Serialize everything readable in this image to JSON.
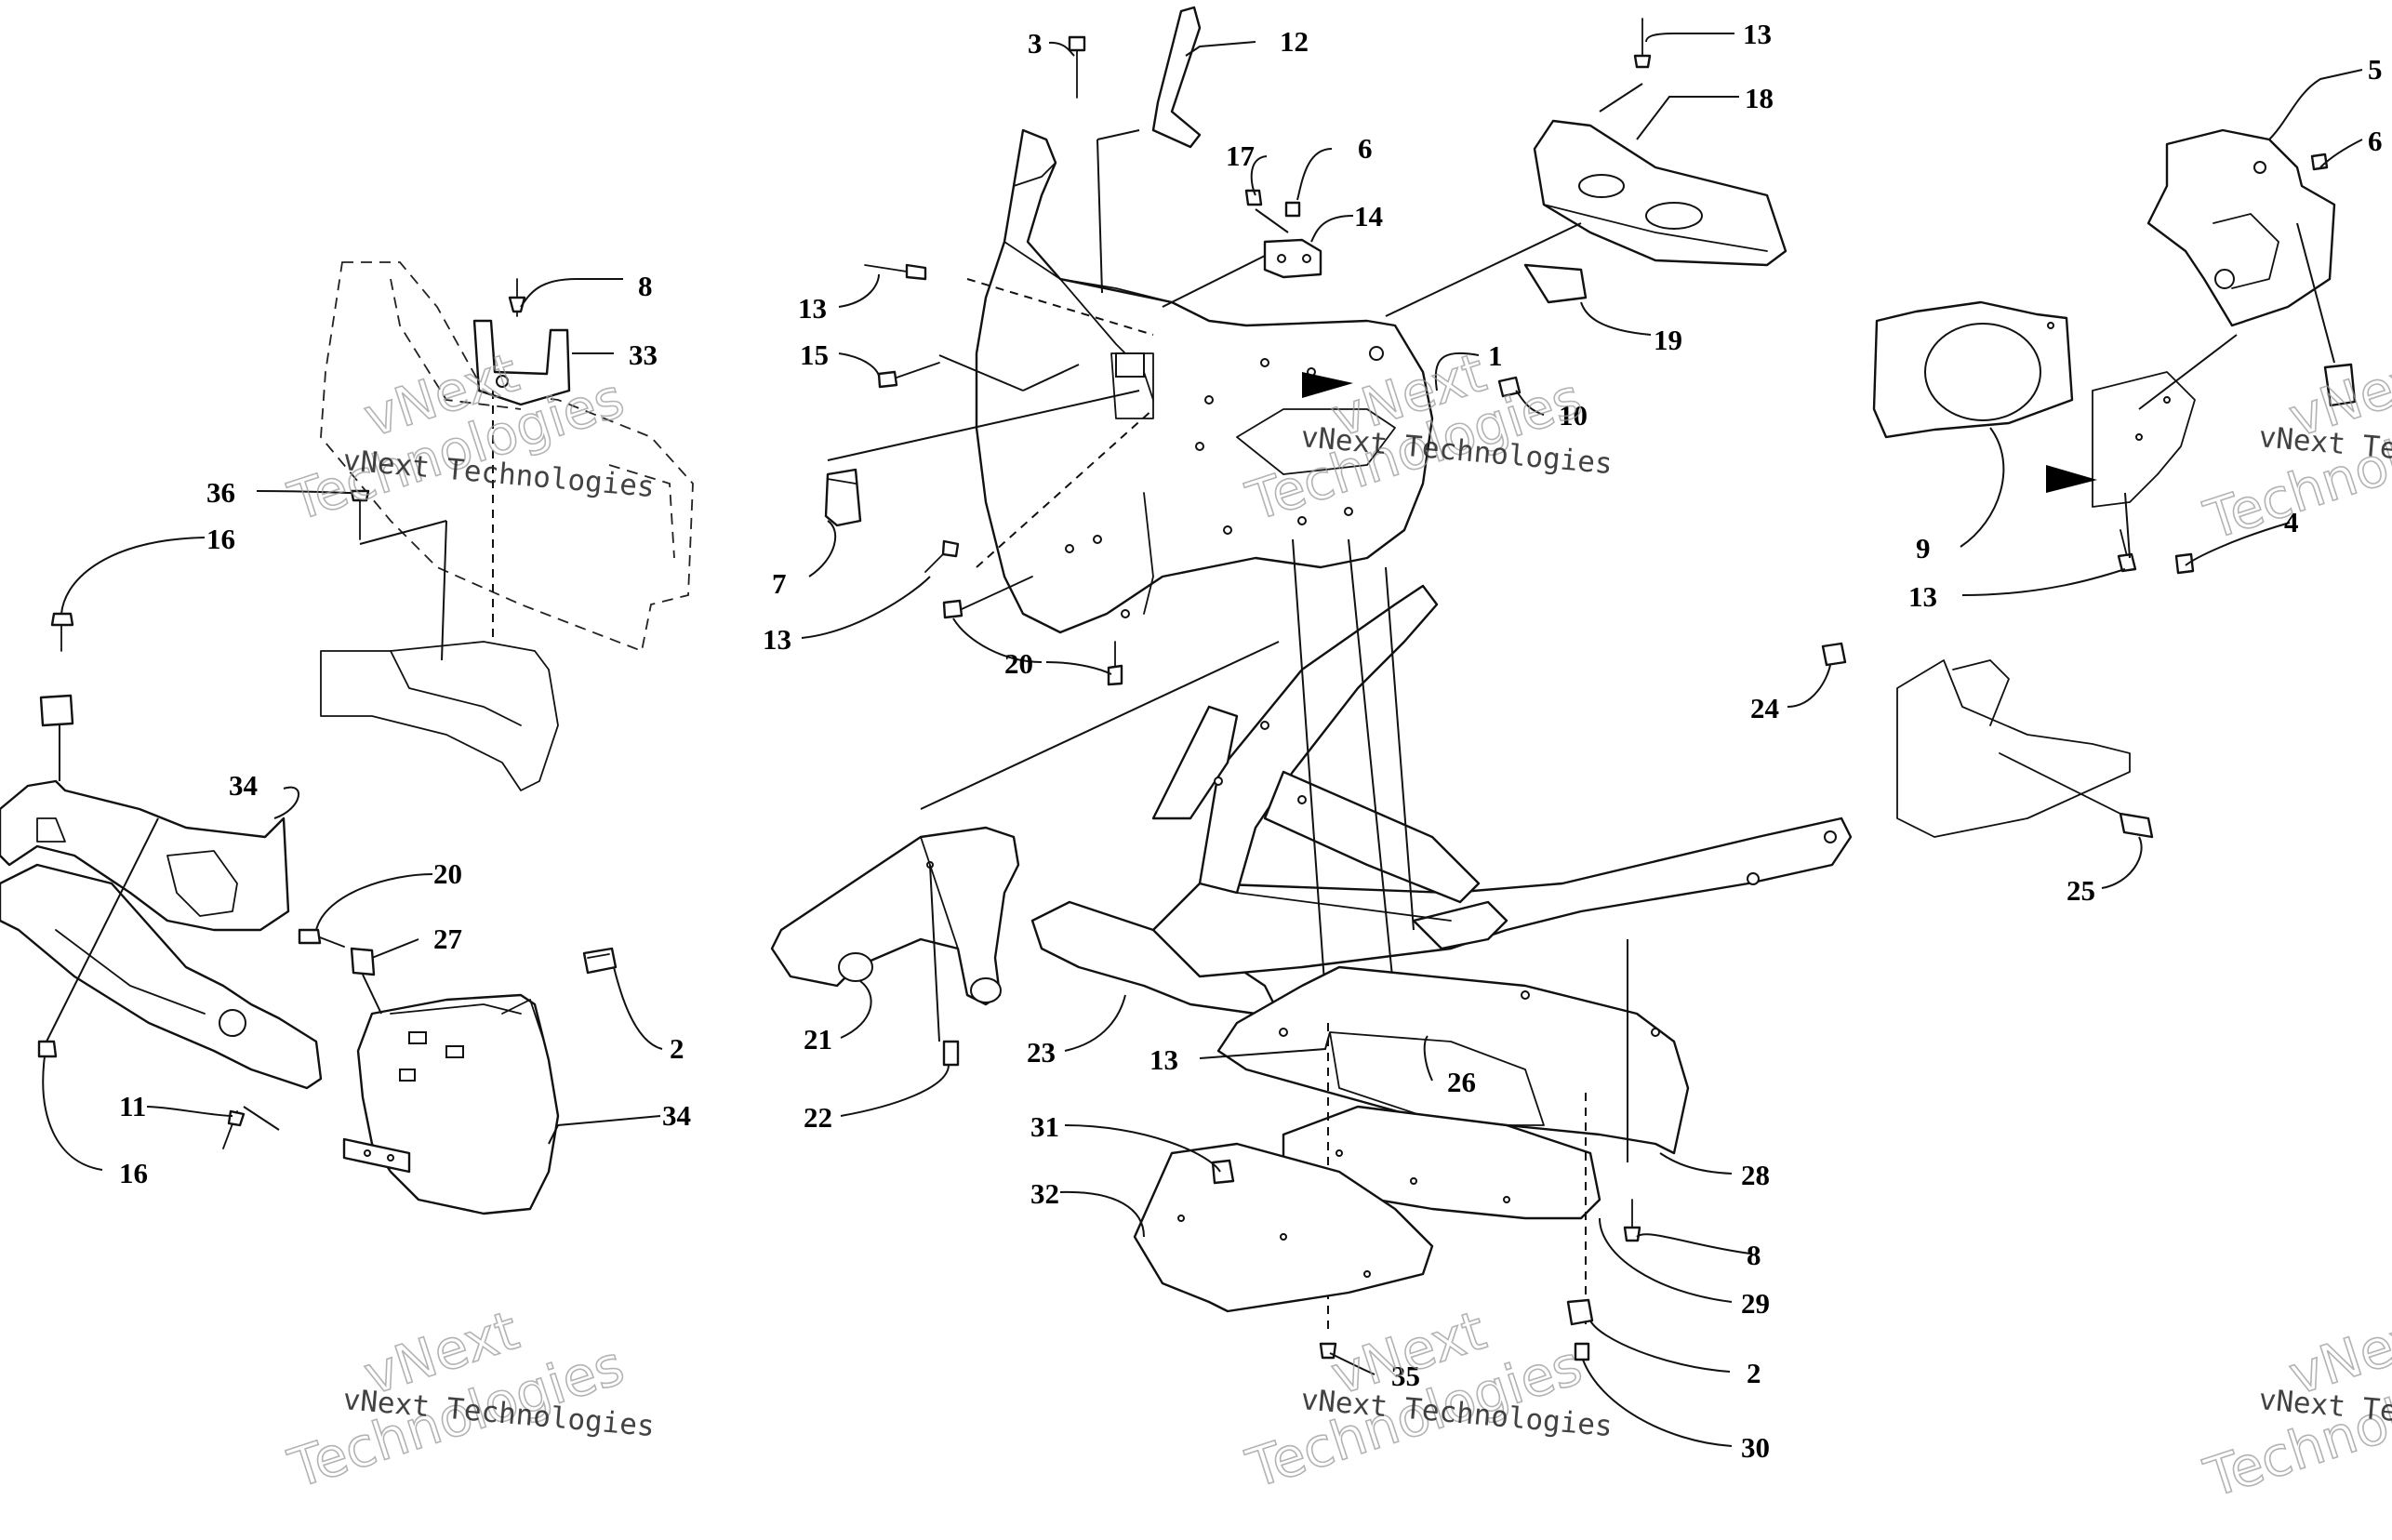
{
  "callouts": [
    {
      "id": "c1",
      "label": "1"
    },
    {
      "id": "c2a",
      "label": "2"
    },
    {
      "id": "c2b",
      "label": "2"
    },
    {
      "id": "c3",
      "label": "3"
    },
    {
      "id": "c4",
      "label": "4"
    },
    {
      "id": "c5",
      "label": "5"
    },
    {
      "id": "c6a",
      "label": "6"
    },
    {
      "id": "c6b",
      "label": "6"
    },
    {
      "id": "c7",
      "label": "7"
    },
    {
      "id": "c8a",
      "label": "8"
    },
    {
      "id": "c8b",
      "label": "8"
    },
    {
      "id": "c9",
      "label": "9"
    },
    {
      "id": "c10",
      "label": "10"
    },
    {
      "id": "c11",
      "label": "11"
    },
    {
      "id": "c12",
      "label": "12"
    },
    {
      "id": "c13a",
      "label": "13"
    },
    {
      "id": "c13b",
      "label": "13"
    },
    {
      "id": "c13c",
      "label": "13"
    },
    {
      "id": "c13d",
      "label": "13"
    },
    {
      "id": "c13e",
      "label": "13"
    },
    {
      "id": "c14",
      "label": "14"
    },
    {
      "id": "c15",
      "label": "15"
    },
    {
      "id": "c16a",
      "label": "16"
    },
    {
      "id": "c16b",
      "label": "16"
    },
    {
      "id": "c17",
      "label": "17"
    },
    {
      "id": "c18",
      "label": "18"
    },
    {
      "id": "c19",
      "label": "19"
    },
    {
      "id": "c20a",
      "label": "20"
    },
    {
      "id": "c20b",
      "label": "20"
    },
    {
      "id": "c21",
      "label": "21"
    },
    {
      "id": "c22",
      "label": "22"
    },
    {
      "id": "c23",
      "label": "23"
    },
    {
      "id": "c24",
      "label": "24"
    },
    {
      "id": "c25",
      "label": "25"
    },
    {
      "id": "c26",
      "label": "26"
    },
    {
      "id": "c27",
      "label": "27"
    },
    {
      "id": "c28",
      "label": "28"
    },
    {
      "id": "c29",
      "label": "29"
    },
    {
      "id": "c30",
      "label": "30"
    },
    {
      "id": "c31",
      "label": "31"
    },
    {
      "id": "c32",
      "label": "32"
    },
    {
      "id": "c33",
      "label": "33"
    },
    {
      "id": "c34a",
      "label": "34"
    },
    {
      "id": "c34b",
      "label": "34"
    },
    {
      "id": "c35",
      "label": "35"
    },
    {
      "id": "c36",
      "label": "36"
    }
  ],
  "watermark": {
    "company": "vNext Technologies",
    "word1": "vNext",
    "word2": "Technologies"
  }
}
